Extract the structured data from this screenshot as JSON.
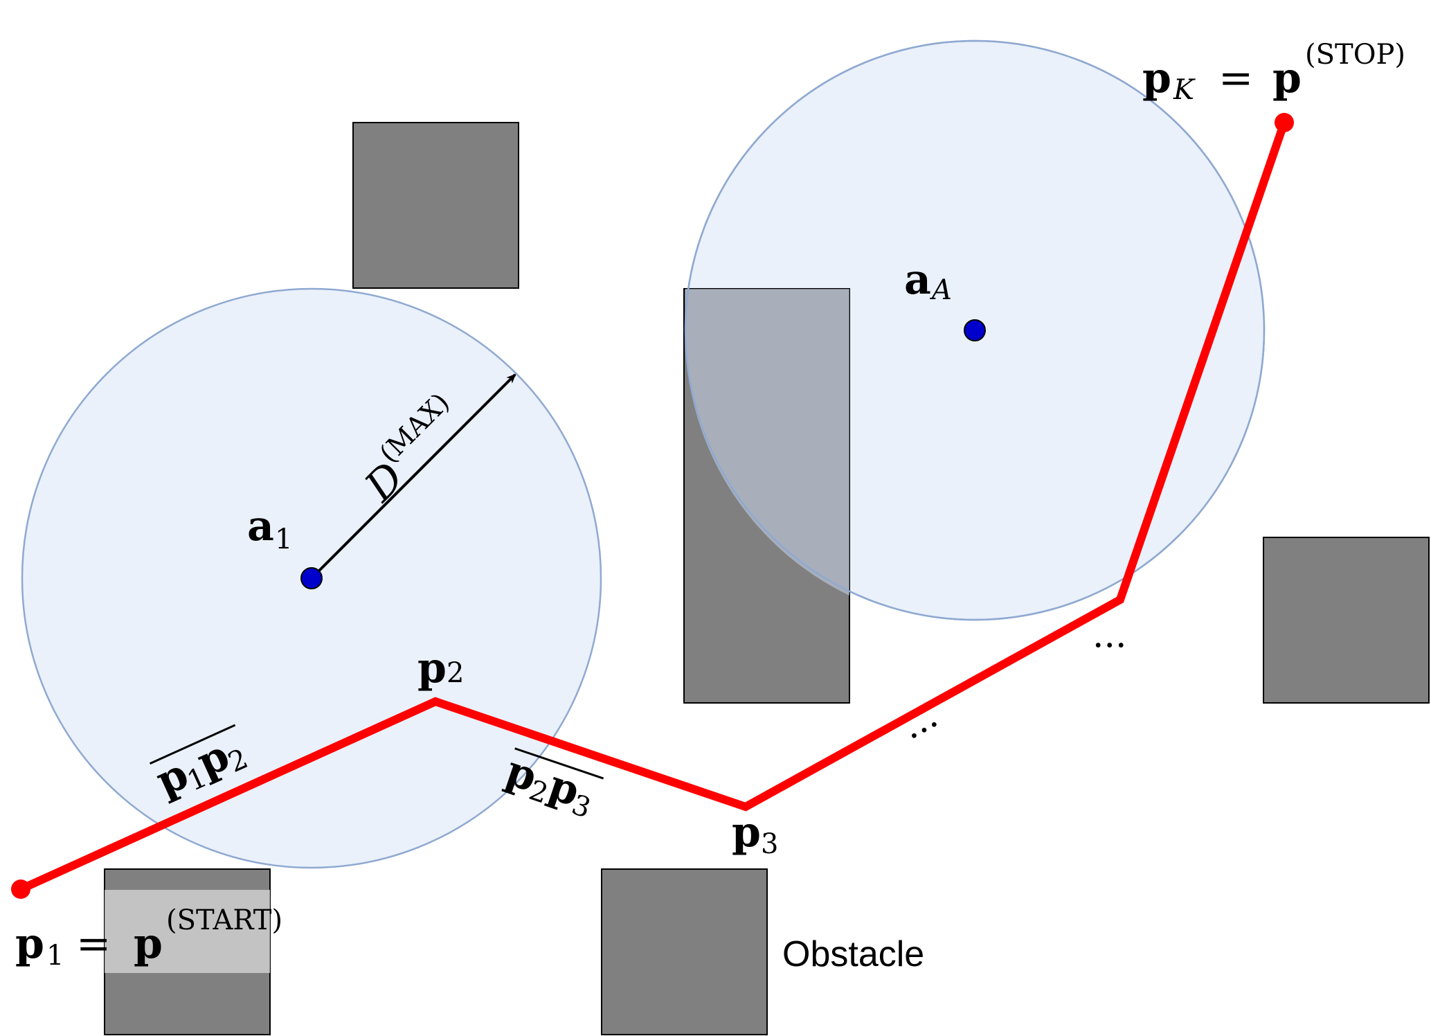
{
  "colors": {
    "circle_fill": "#b3cbf2",
    "circle_stroke": "#7f9fcf",
    "obstacle": "#808080",
    "path": "#ff0000",
    "anchor": "#0000cc",
    "highlight": "#d9d9d9"
  },
  "labels": {
    "p1_main": "p",
    "p1_sub": "1",
    "p1_eq": "=",
    "p1_rhs": "p",
    "p1_sup": "(START)",
    "p2_main": "p",
    "p2_sub": "2",
    "p3_main": "p",
    "p3_sub": "3",
    "pk_main": "p",
    "pk_sub": "K",
    "pk_eq": "=",
    "pk_rhs": "p",
    "pk_sup": "(STOP)",
    "a1_main": "a",
    "a1_sub": "1",
    "aA_main": "a",
    "aA_sub": "A",
    "dmax_main": "D",
    "dmax_sup": "(MAX)",
    "seg12_a": "p",
    "seg12_a_sub": "1",
    "seg12_b": "p",
    "seg12_b_sub": "2",
    "seg23_a": "p",
    "seg23_a_sub": "2",
    "seg23_b": "p",
    "seg23_b_sub": "3",
    "ellipsis_1": "···",
    "ellipsis_2": "···",
    "obstacle": "Obstacle"
  },
  "icons": {
    "anchor_marker": "anchor-dot-icon",
    "waypoint_marker": "waypoint-dot-icon",
    "radius_arrow": "arrow-icon"
  }
}
